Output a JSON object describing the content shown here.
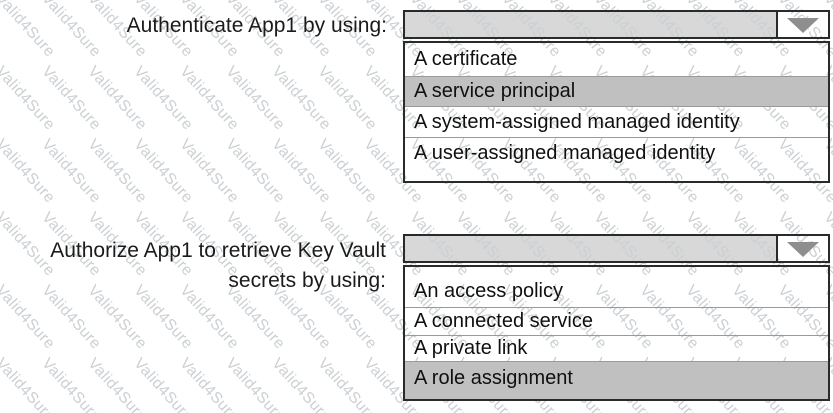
{
  "watermark": {
    "text": "Valid4Sure",
    "color": "#cbd0d3"
  },
  "colors": {
    "dropdown_header_bg": "#d8d8d8",
    "selected_option_bg": "#c0c0c0",
    "border": "#2a2a2a",
    "arrow_icon": "#8e8e8e",
    "text": "#101010",
    "watermark": "#cbd0d3"
  },
  "questions": [
    {
      "label_lines": [
        "Authenticate App1 by using:"
      ],
      "selected_value": "",
      "options": [
        {
          "label": "A certificate",
          "selected": false
        },
        {
          "label": "A service principal",
          "selected": true
        },
        {
          "label": "A system-assigned managed identity",
          "selected": false
        },
        {
          "label": "A user-assigned managed identity",
          "selected": false
        }
      ]
    },
    {
      "label_lines": [
        "Authorize App1 to retrieve Key Vault",
        "secrets by using:"
      ],
      "selected_value": "",
      "options": [
        {
          "label": "An access policy",
          "selected": false
        },
        {
          "label": "A connected service",
          "selected": false
        },
        {
          "label": "A private link",
          "selected": false
        },
        {
          "label": "A role assignment",
          "selected": true
        }
      ]
    }
  ]
}
